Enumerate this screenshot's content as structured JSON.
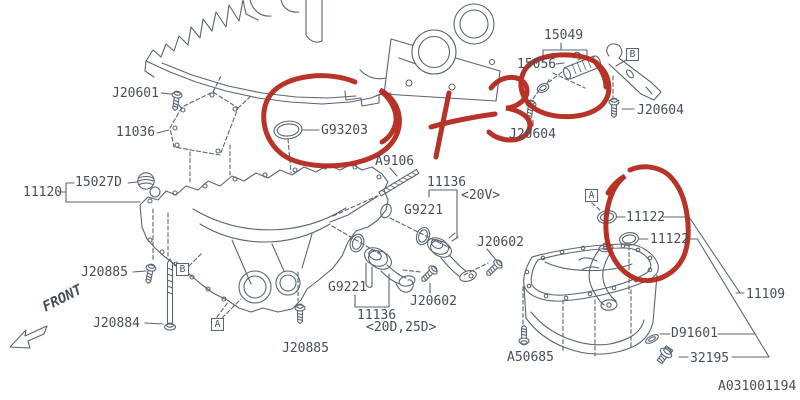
{
  "diagram": {
    "number": "A031001194",
    "front_label": "FRONT",
    "handwritten_note": "×3"
  },
  "colors": {
    "line": "#5a6573",
    "text": "#454f5b",
    "annotation_red": "#b4291c",
    "background": "#ffffff"
  },
  "annotations": {
    "note_text": "×3",
    "circled_part_numbers": [
      "G93203",
      "15056",
      "11122"
    ]
  },
  "ref_boxes": [
    {
      "label": "B"
    },
    {
      "label": "A"
    },
    {
      "label": "B"
    },
    {
      "label": "A"
    }
  ],
  "labels": [
    {
      "text": "J20601"
    },
    {
      "text": "11036"
    },
    {
      "text": "11120"
    },
    {
      "text": "15027D"
    },
    {
      "text": "J20885"
    },
    {
      "text": "J20884"
    },
    {
      "text": "J20885"
    },
    {
      "text": "G93203"
    },
    {
      "text": "A9106"
    },
    {
      "text": "11136"
    },
    {
      "text": "<20V>"
    },
    {
      "text": "G9221"
    },
    {
      "text": "J20602"
    },
    {
      "text": "G9221"
    },
    {
      "text": "J20602"
    },
    {
      "text": "11136"
    },
    {
      "text": "<20D,25D>"
    },
    {
      "text": "15049"
    },
    {
      "text": "15056"
    },
    {
      "text": "J20604"
    },
    {
      "text": "J20604"
    },
    {
      "text": "11122"
    },
    {
      "text": "11122"
    },
    {
      "text": "11109"
    },
    {
      "text": "D91601"
    },
    {
      "text": "32195"
    },
    {
      "text": "A50685"
    }
  ]
}
